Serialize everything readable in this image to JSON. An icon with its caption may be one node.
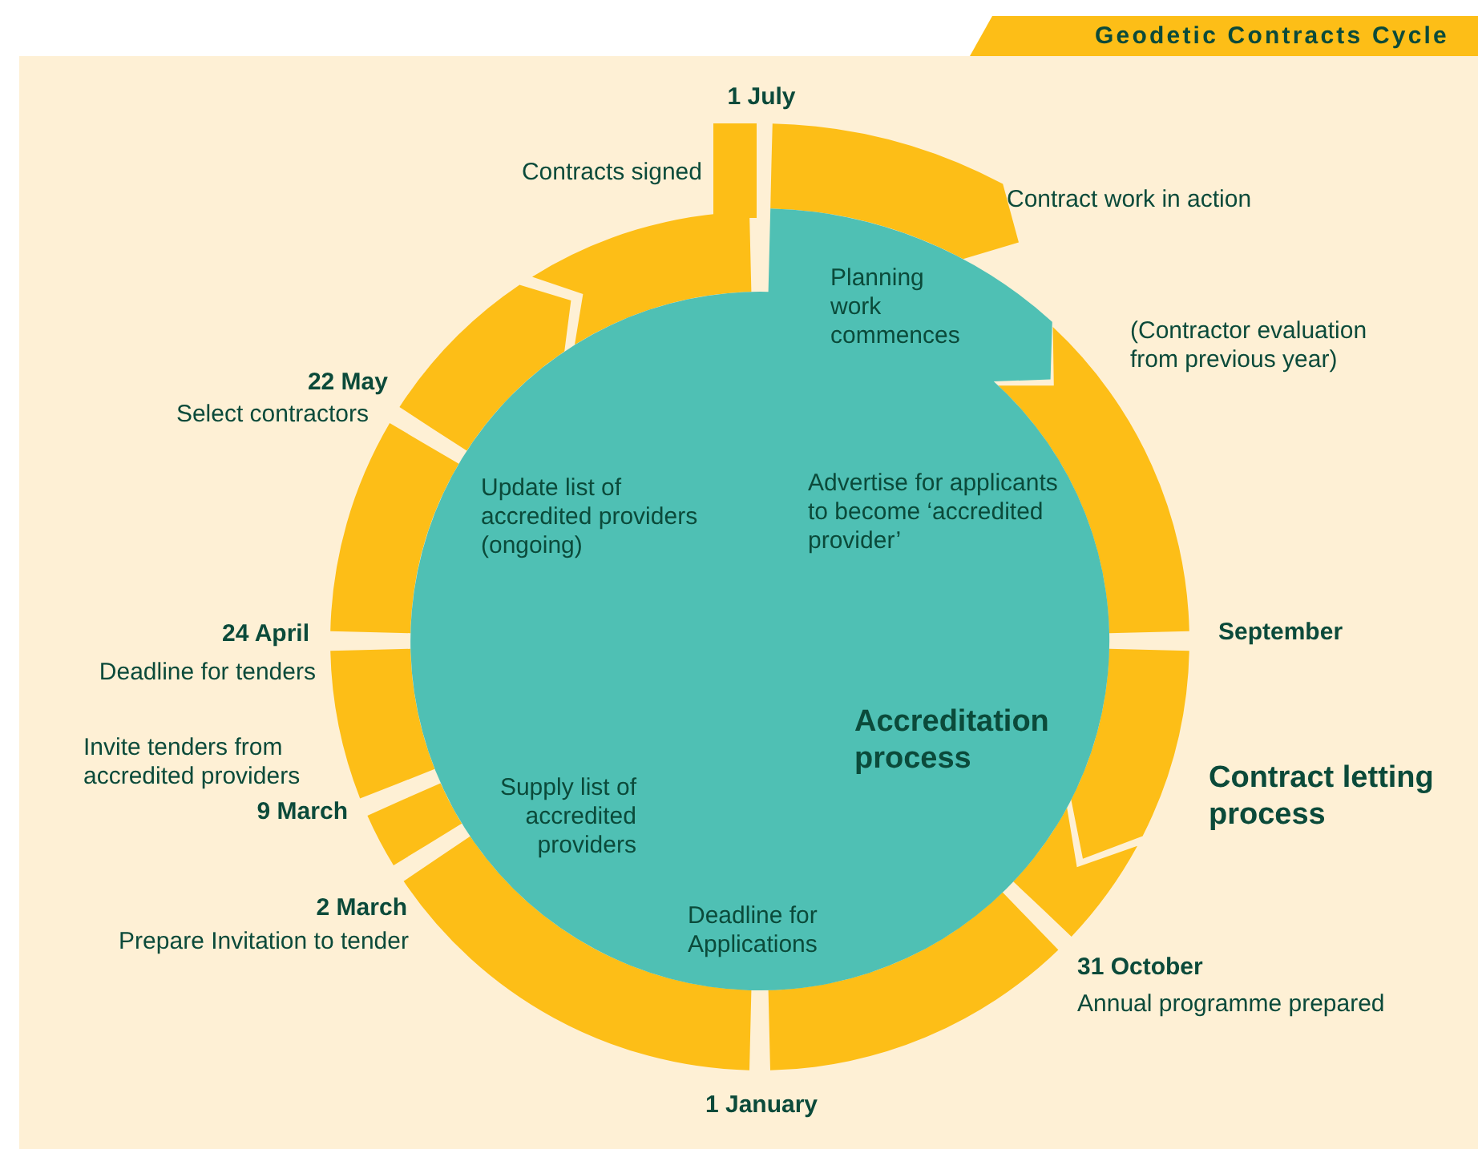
{
  "diagram": {
    "title": "Geodetic Contracts Cycle",
    "nodes": [
      {
        "text": [
          "Planning work commences",
          "Update list of accredited providers (ongoing)",
          "Advertise for applicants to become ‘accredited provider’",
          "Accreditation process",
          "Supply list of accredited providers",
          "Deadline for Applications"
        ]
      }
    ],
    "labels": [
      "1 July",
      "Contracts signed",
      "Contract work in action",
      "(Contractor evaluation from previous year)",
      "22 May",
      "Select contractors",
      "September",
      "24 April",
      "Deadline for tenders",
      "Invite tenders from accredited providers",
      "9 March",
      "Contract letting process",
      "2 March",
      "Prepare Invitation to tender",
      "31 October",
      "Annual programme prepared",
      "1 January"
    ]
  }
}
